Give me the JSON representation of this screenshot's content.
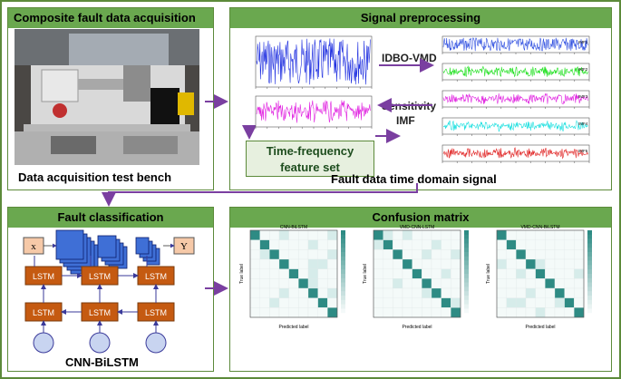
{
  "panels": {
    "acquisition": {
      "title": "Composite fault data acquisition",
      "caption": "Data acquisition test bench"
    },
    "preprocessing": {
      "title": "Signal preprocessing",
      "method": "IDBO-VMD",
      "sensitivity": "Sensitivity",
      "imf": "IMF",
      "feature_set_line1": "Time-frequency",
      "feature_set_line2": "feature set",
      "caption": "Fault data time domain signal"
    },
    "classification": {
      "title": "Fault classification",
      "input": "x",
      "output": "Y",
      "lstm": "LSTM",
      "caption": "CNN-BiLSTM"
    },
    "confusion": {
      "title": "Confusion matrix",
      "charts": [
        {
          "title": "CNN-BiLSTM",
          "xlabel": "Predicted label",
          "ylabel": "True label"
        },
        {
          "title": "VMD-CNN-LSTM",
          "xlabel": "Predicted label",
          "ylabel": "True label"
        },
        {
          "title": "VMD-CNN-BiLSTM",
          "xlabel": "Predicted label",
          "ylabel": "True label"
        }
      ]
    }
  },
  "imf_labels": [
    "IMF1",
    "IMF2",
    "IMF3",
    "IMF4",
    "IMF5"
  ],
  "colors": {
    "panel_header": "#6aa84f",
    "border": "#5c8a3a",
    "arrow": "#7a3fa0",
    "lstm": "#c55a11",
    "cnn": "#3f6fd6",
    "raw_signal": "#1f2fe0",
    "imf_signal": "#e020e0",
    "imfs": [
      "#3050e0",
      "#20e020",
      "#e020e0",
      "#20e0e0",
      "#e02020"
    ],
    "cm_diag": "#2e8b84"
  }
}
